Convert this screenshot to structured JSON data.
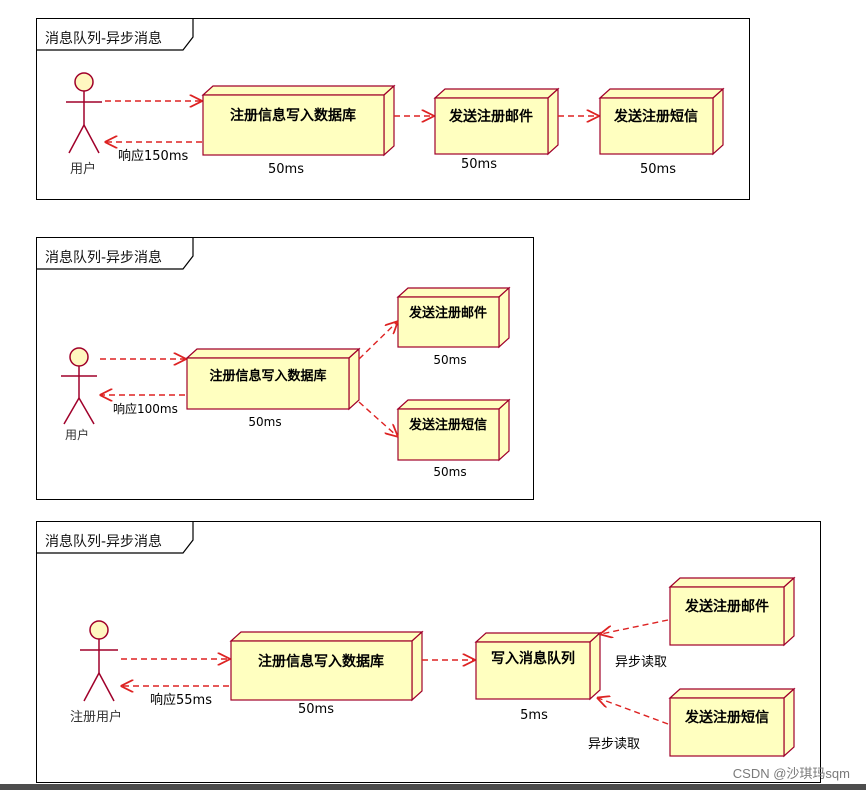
{
  "diagrams": [
    {
      "title": "消息队列-异步消息",
      "actor": "用户",
      "response": "响应150ms",
      "db_node": "注册信息写入数据库",
      "db_time": "50ms",
      "email_node": "发送注册邮件",
      "email_time": "50ms",
      "sms_node": "发送注册短信",
      "sms_time": "50ms"
    },
    {
      "title": "消息队列-异步消息",
      "actor": "用户",
      "response": "响应100ms",
      "db_node": "注册信息写入数据库",
      "db_time": "50ms",
      "email_node": "发送注册邮件",
      "email_time": "50ms",
      "sms_node": "发送注册短信",
      "sms_time": "50ms"
    },
    {
      "title": "消息队列-异步消息",
      "actor": "注册用户",
      "response": "响应55ms",
      "db_node": "注册信息写入数据库",
      "db_time": "50ms",
      "queue_node": "写入消息队列",
      "queue_time": "5ms",
      "email_node": "发送注册邮件",
      "sms_node": "发送注册短信",
      "async_read_1": "异步读取",
      "async_read_2": "异步读取"
    }
  ],
  "watermark": "CSDN @沙琪玛sqm",
  "colors": {
    "node_fill": "#ffffc0",
    "node_stroke": "#a0002a",
    "arrow": "#dd2222",
    "actor_fill": "#fff7c0"
  }
}
